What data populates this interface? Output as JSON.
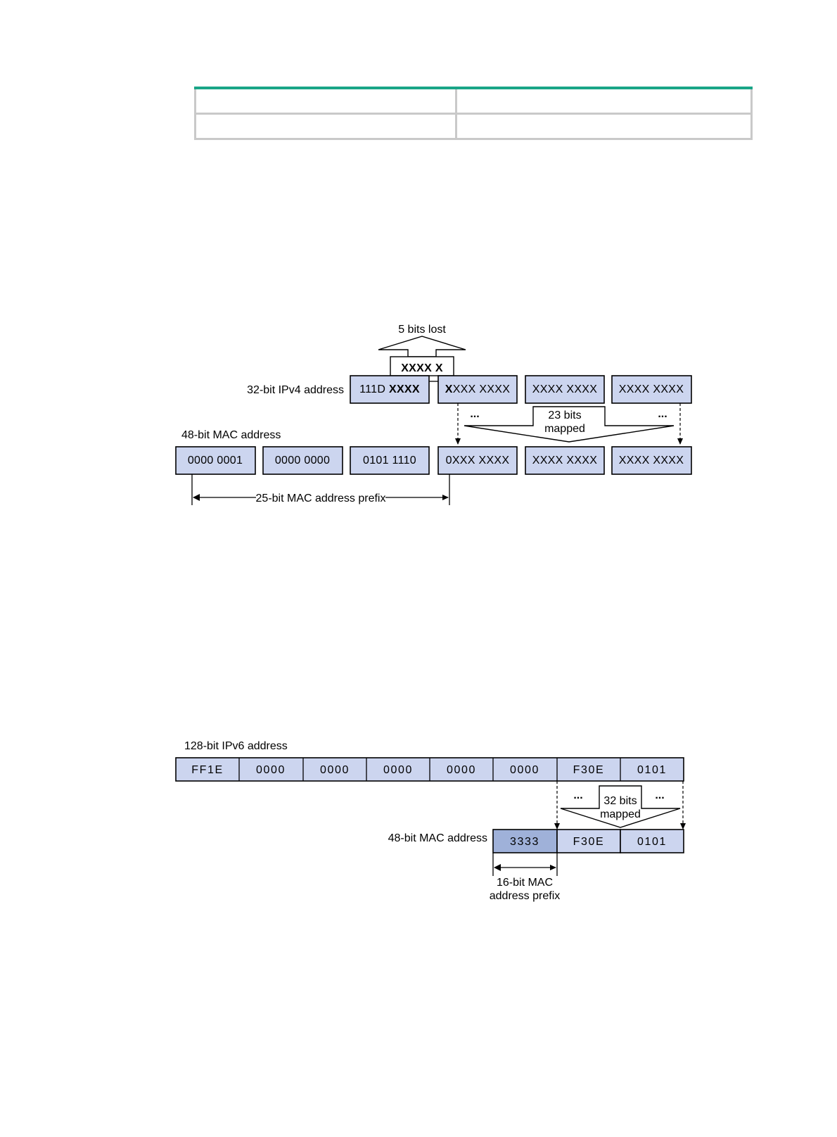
{
  "table": {
    "rows": [
      [
        "",
        ""
      ],
      [
        "",
        ""
      ]
    ]
  },
  "ipv4_figure": {
    "lost_label": "5 bits lost",
    "lost_bits": "XXXX X",
    "ipv4_label": "32-bit IPv4 address",
    "mac_label": "48-bit MAC address",
    "mapped_top": "23 bits",
    "mapped_bottom": "mapped",
    "ellipsis": "...",
    "ipv4_first_prefix": "111D ",
    "ipv4_first_bold": "XXXX",
    "ipv4_second_bold": "X",
    "ipv4_second_rest": "XXX XXXX",
    "ipv4_third": "XXXX XXXX",
    "ipv4_fourth": "XXXX XXXX",
    "mac_cells": [
      "0000 0001",
      "0000 0000",
      "0101 1110",
      "0XXX XXXX",
      "XXXX XXXX",
      "XXXX XXXX"
    ],
    "prefix_label": "25-bit MAC address prefix"
  },
  "ipv6_figure": {
    "ipv6_label": "128-bit IPv6 address",
    "ipv6_cells": [
      "FF1E",
      "0000",
      "0000",
      "0000",
      "0000",
      "0000",
      "F30E",
      "0101"
    ],
    "mapped_top": "32 bits",
    "mapped_bottom": "mapped",
    "ellipsis": "...",
    "mac_label": "48-bit MAC address",
    "mac_cells": [
      "3333",
      "F30E",
      "0101"
    ],
    "prefix_line1": "16-bit MAC",
    "prefix_line2": "address prefix"
  }
}
